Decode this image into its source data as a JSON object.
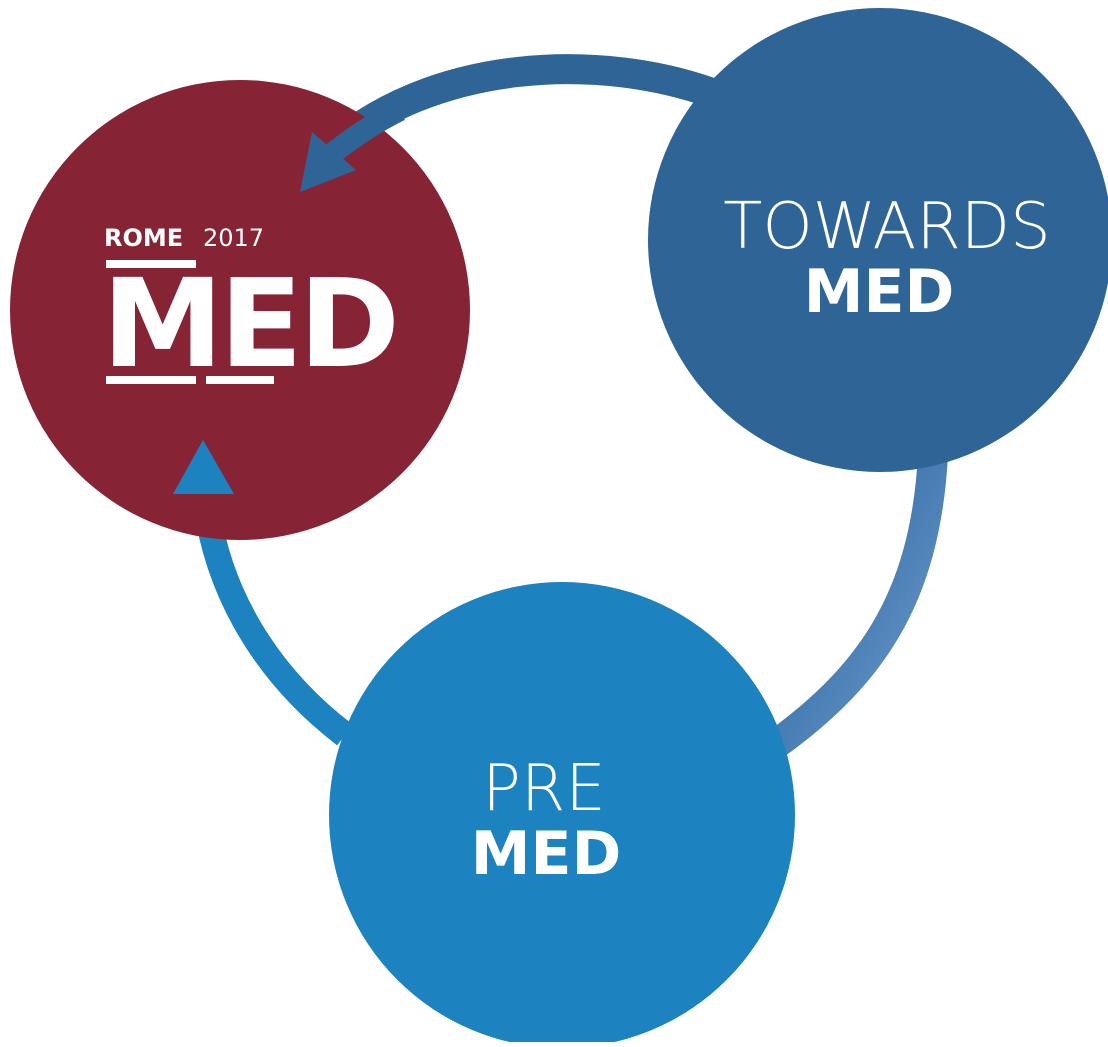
{
  "colors": {
    "rome_med": "#862335",
    "towards_med": "#2e6496",
    "pre_med": "#1c83c0",
    "arrow_top": "#2e6496",
    "arrow_right": "#2e6496",
    "arrow_left": "#1c83c0",
    "text": "#ffffff"
  },
  "nodes": {
    "rome_med": {
      "logo_city": "ROME",
      "logo_year": "2017",
      "logo_main": "MED"
    },
    "towards_med": {
      "line1": "TOWARDS",
      "line2": "MED"
    },
    "pre_med": {
      "line1": "PRE",
      "line2": "MED"
    }
  }
}
